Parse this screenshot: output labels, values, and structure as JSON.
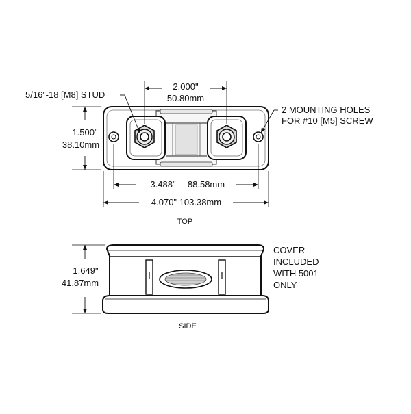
{
  "top_view": {
    "stud_label": "5/16”-18 [M8] STUD",
    "stud_spacing": {
      "inch": "2.000\"",
      "mm": "50.80mm"
    },
    "height": {
      "inch": "1.500\"",
      "mm": "38.10mm"
    },
    "mounting_note": {
      "line1": "2 MOUNTING HOLES",
      "line2": "FOR #10 [M5] SCREW"
    },
    "hole_spacing": {
      "inch": "3.488\"",
      "mm": "88.58mm"
    },
    "overall_length": {
      "inch": "4.070\"",
      "mm": "103.38mm"
    },
    "view_label": "TOP"
  },
  "side_view": {
    "height": {
      "inch": "1.649\"",
      "mm": "41.87mm"
    },
    "cover_note": [
      "COVER",
      "INCLUDED",
      "WITH 5001",
      "ONLY"
    ],
    "view_label": "SIDE"
  }
}
